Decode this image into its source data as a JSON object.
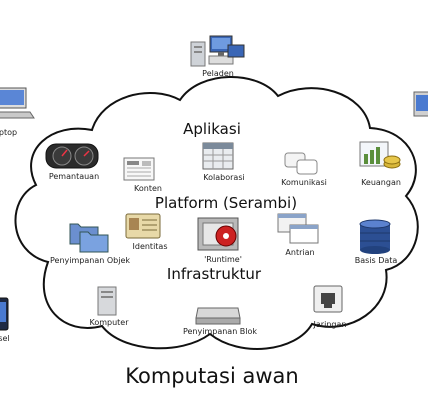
{
  "title": "Komputasi awan",
  "sections": {
    "application": "Aplikasi",
    "platform": "Platform (Serambi)",
    "infrastructure": "Infrastruktur"
  },
  "nodes": {
    "server": "Peladen",
    "laptop": "ptop",
    "phone": "sel"
  },
  "applications": {
    "monitoring": "Pemantauan",
    "content": "Konten",
    "collaboration": "Kolaborasi",
    "communication": "Komunikasi",
    "finance": "Keuangan"
  },
  "platform": {
    "object_storage": "Penyimpanan Objek",
    "identity": "Identitas",
    "runtime": "'Runtime'",
    "queue": "Antrian",
    "database": "Basis Data"
  },
  "infrastructure": {
    "compute": "Komputer",
    "block_storage": "Penyimpanan Blok",
    "network": "Jaringan"
  }
}
